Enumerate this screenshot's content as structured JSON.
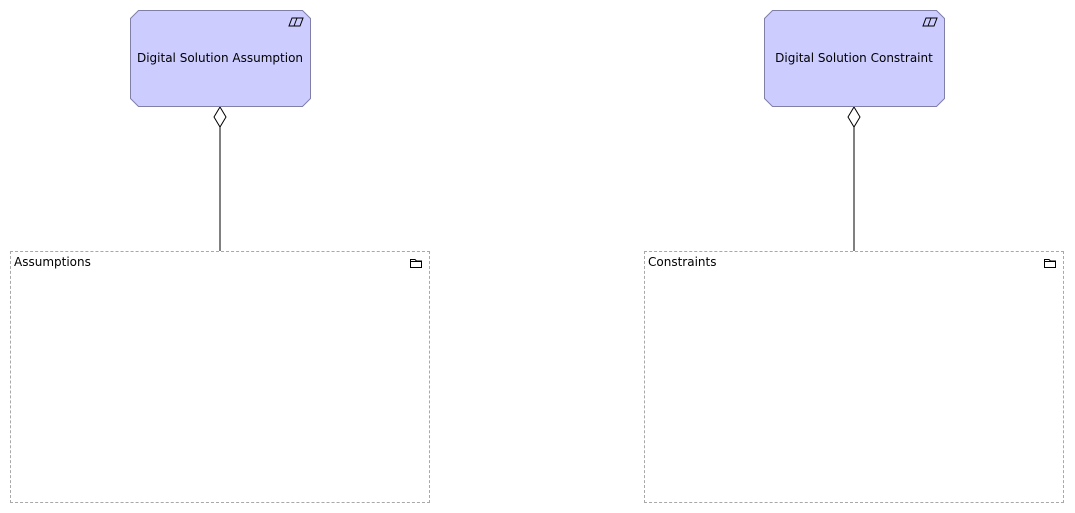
{
  "diagram": {
    "elements": [
      {
        "id": "assumption",
        "label": "Digital Solution Assumption",
        "type_icon": "assessment-parallelogram-icon"
      },
      {
        "id": "constraint",
        "label": "Digital Solution Constraint",
        "type_icon": "assessment-parallelogram-icon"
      }
    ],
    "groups": [
      {
        "id": "assumptions-group",
        "label": "Assumptions",
        "icon": "folder-icon"
      },
      {
        "id": "constraints-group",
        "label": "Constraints",
        "icon": "folder-icon"
      }
    ],
    "relationships": [
      {
        "type": "aggregation",
        "from": "assumption",
        "to": "assumptions-group"
      },
      {
        "type": "aggregation",
        "from": "constraint",
        "to": "constraints-group"
      }
    ]
  },
  "colors": {
    "element_fill": "#ccccff",
    "element_stroke": "#7f7fa8",
    "group_border": "#a8a8a8",
    "connector": "#000000"
  }
}
